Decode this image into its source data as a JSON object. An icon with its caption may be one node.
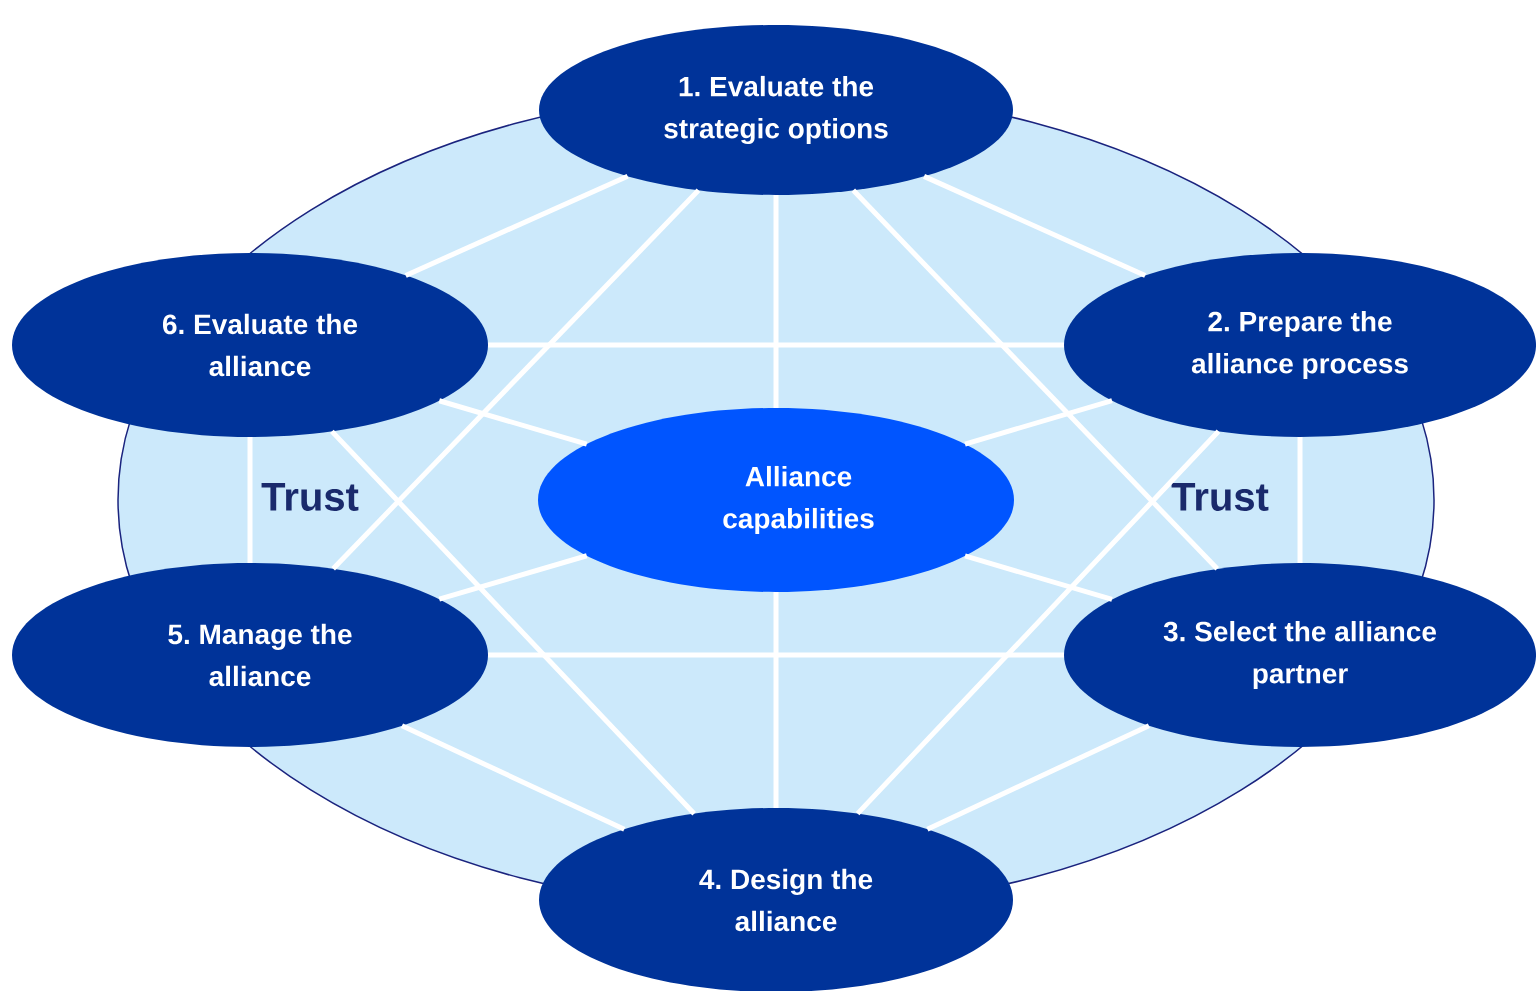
{
  "diagram": {
    "nodes": [
      {
        "text": [
          "Trust",
          "Trust"
        ]
      },
      {
        "text": [
          "1. Evaluate the strategic options"
        ]
      },
      {
        "text": [
          "2. Prepare the alliance process"
        ]
      },
      {
        "text": [
          "3. Select the alliance partner"
        ]
      },
      {
        "text": [
          "4. Design the alliance"
        ]
      },
      {
        "text": [
          "5. Manage the alliance"
        ]
      },
      {
        "text": [
          "6. Evaluate the alliance"
        ]
      },
      {
        "text": [
          "Alliance capabilities"
        ],
        "in": 0
      }
    ],
    "edges": [
      {
        "from": 1,
        "to": 2,
        "arrow": "none"
      },
      {
        "from": 1,
        "to": 6,
        "arrow": "none"
      },
      {
        "from": 1,
        "to": 3,
        "arrow": "none"
      },
      {
        "from": 1,
        "to": 5,
        "arrow": "none"
      },
      {
        "from": 1,
        "to": 7,
        "arrow": "none"
      },
      {
        "from": 7,
        "to": 4,
        "arrow": "none"
      },
      {
        "from": 6,
        "to": 2,
        "arrow": "none"
      },
      {
        "from": 5,
        "to": 3,
        "arrow": "none"
      },
      {
        "from": 6,
        "to": 5,
        "arrow": "none"
      },
      {
        "from": 2,
        "to": 3,
        "arrow": "none"
      },
      {
        "from": 6,
        "to": 4,
        "arrow": "none"
      },
      {
        "from": 2,
        "to": 4,
        "arrow": "none"
      },
      {
        "from": 6,
        "to": 7,
        "arrow": "none"
      },
      {
        "from": 2,
        "to": 7,
        "arrow": "none"
      },
      {
        "from": 5,
        "to": 7,
        "arrow": "none"
      },
      {
        "from": 3,
        "to": 7,
        "arrow": "none"
      },
      {
        "from": 5,
        "to": 4,
        "arrow": "none"
      },
      {
        "from": 3,
        "to": 4,
        "arrow": "none"
      }
    ]
  }
}
